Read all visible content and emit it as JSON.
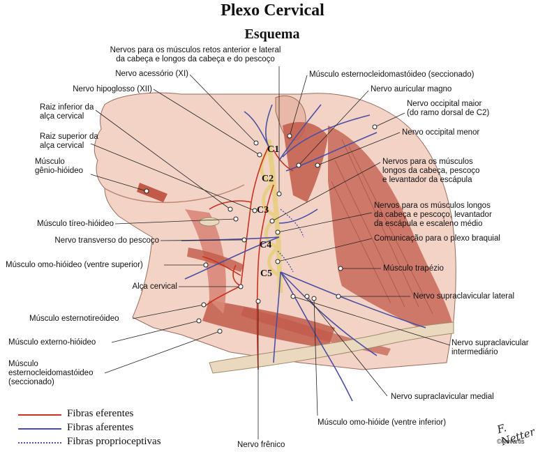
{
  "title": "Plexo Cervical",
  "subtitle": "Esquema",
  "labels": {
    "retos": "Nervos para os músculos retos anterior e lateral\nda cabeça e longos da cabeça e do pescoço",
    "acessorio": "Nervo acessório (XI)",
    "hipoglosso": "Nervo hipoglosso (XII)",
    "raiz_inferior": "Raiz inferior da\nalça cervical",
    "raiz_superior": "Raiz superior da\nalça cervical",
    "genio_hioideo": "Músculo\ngênio-hióideo",
    "tireo_hioideo": "Músculo tíreo-hióideo",
    "transverso": "Nervo transverso do pescoço",
    "omo_superior": "Músculo omo-hióideo (ventre superior)",
    "alca_cervical": "Alça cervical",
    "esternotireoideo": "Músculo esternotireóideo",
    "externo_hioideo": "Músculo externo-hióideo",
    "ecm_seccionado_left": "Músculo\nesternocleidomastóideo\n(seccionado)",
    "frenico": "Nervo frênico",
    "omo_inferior": "Músculo omo-hióide (ventre inferior)",
    "supra_medial": "Nervo supraclavicular medial",
    "supra_intermediario": "Nervo supraclavicular\nintermediário",
    "supra_lateral": "Nervo supraclavicular lateral",
    "trapezio": "Músculo trapézio",
    "comunicacao": "Comunicação para o plexo braquial",
    "longos_escaleno": "Nervos para os músculos longos\nda cabeça e pescoço, levantador\nda escápula e escaleno médio",
    "longos_levantador": "Nervos para os músculos\nlongos da cabeça, pescoço\ne levantador da escápula",
    "occipital_menor": "Nervo occipital menor",
    "occipital_maior": "Nervo occipital maior\n(do ramo dorsal de C2)",
    "auricular": "Nervo auricular magno",
    "ecm_seccionado_top": "Músculo esternocleidomastóideo (seccionado)"
  },
  "roots": [
    "C1",
    "C2",
    "C3",
    "C4",
    "C5"
  ],
  "legend": [
    {
      "label": "Fibras eferentes",
      "color": "#c8321f",
      "style": "solid"
    },
    {
      "label": "Fibras aferentes",
      "color": "#4a4fa3",
      "style": "solid"
    },
    {
      "label": "Fibras proprioceptivas",
      "color": "#4a4fa3",
      "style": "dotted"
    }
  ],
  "signature": "F. Netter",
  "copyright": "©Novartis",
  "colors": {
    "skin": "#f2d3c6",
    "skin_shadow": "#e3b3a3",
    "muscle": "#c25a4a",
    "muscle_light": "#d98778",
    "efferent": "#c8321f",
    "afferent": "#4a4fa3",
    "bone": "#ead8bf",
    "nerve": "#e8cf86"
  }
}
